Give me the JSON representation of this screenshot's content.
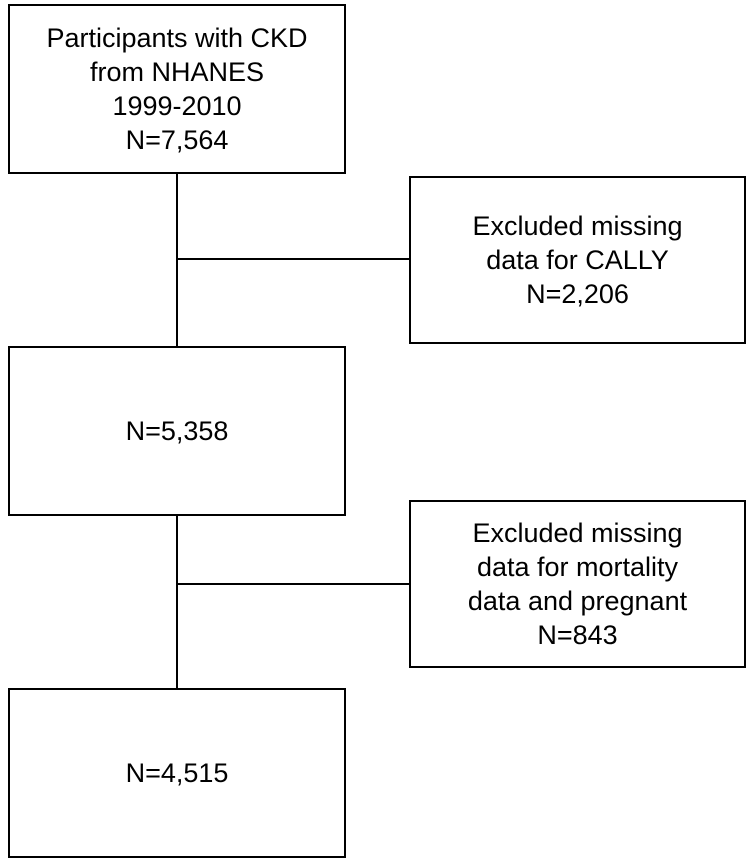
{
  "flowchart": {
    "box1": {
      "line1": "Participants with CKD",
      "line2": "from NHANES",
      "line3": "1999-2010",
      "line4": "N=7,564"
    },
    "exclusion1": {
      "line1": "Excluded missing",
      "line2": "data for CALLY",
      "line3": "N=2,206"
    },
    "box2": {
      "line1": "N=5,358"
    },
    "exclusion2": {
      "line1": "Excluded missing",
      "line2": "data for mortality",
      "line3": "data and pregnant",
      "line4": "N=843"
    },
    "box3": {
      "line1": "N=4,515"
    }
  },
  "colors": {
    "line": "#000000",
    "background": "#ffffff"
  }
}
